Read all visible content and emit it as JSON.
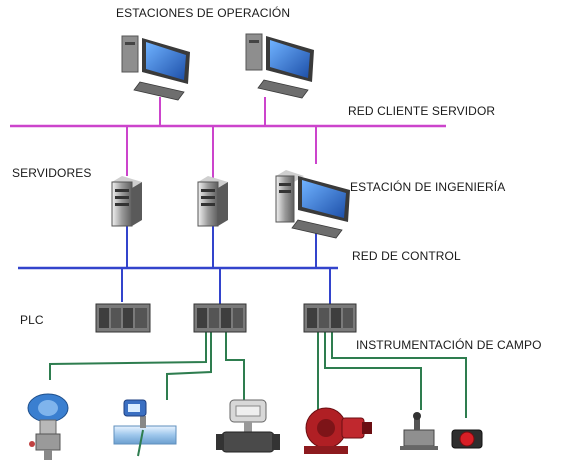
{
  "labels": {
    "operator_stations": "ESTACIONES DE OPERACIÓN",
    "client_server_network": "RED CLIENTE SERVIDOR",
    "servers": "SERVIDORES",
    "engineering_station": "ESTACIÓN DE INGENIERÍA",
    "control_network": "RED DE CONTROL",
    "plc": "PLC",
    "field_instrumentation": "INSTRUMENTACIÓN DE CAMPO"
  },
  "colors": {
    "client_server_network": "#cc44cc",
    "control_network": "#3344cc",
    "field_wiring": "#2e7d4f",
    "computer_screen": "#2a6fc9",
    "plc_module": "#4a4a4a",
    "valve_actuator": "#b01f24",
    "transmitter": "#3a7fd0"
  },
  "devices": {
    "operator_workstations": [
      "computer-icon",
      "computer-icon"
    ],
    "servers": [
      "server-tower-icon",
      "server-tower-icon"
    ],
    "engineering_workstation": "computer-with-tower-icon",
    "plcs": [
      "plc-rack-icon",
      "plc-rack-icon",
      "plc-rack-icon"
    ],
    "field_devices": [
      "pressure-transmitter-icon",
      "flow-meter-icon",
      "actuated-valve-icon",
      "pump-icon",
      "limit-switch-icon",
      "pushbutton-icon"
    ]
  }
}
